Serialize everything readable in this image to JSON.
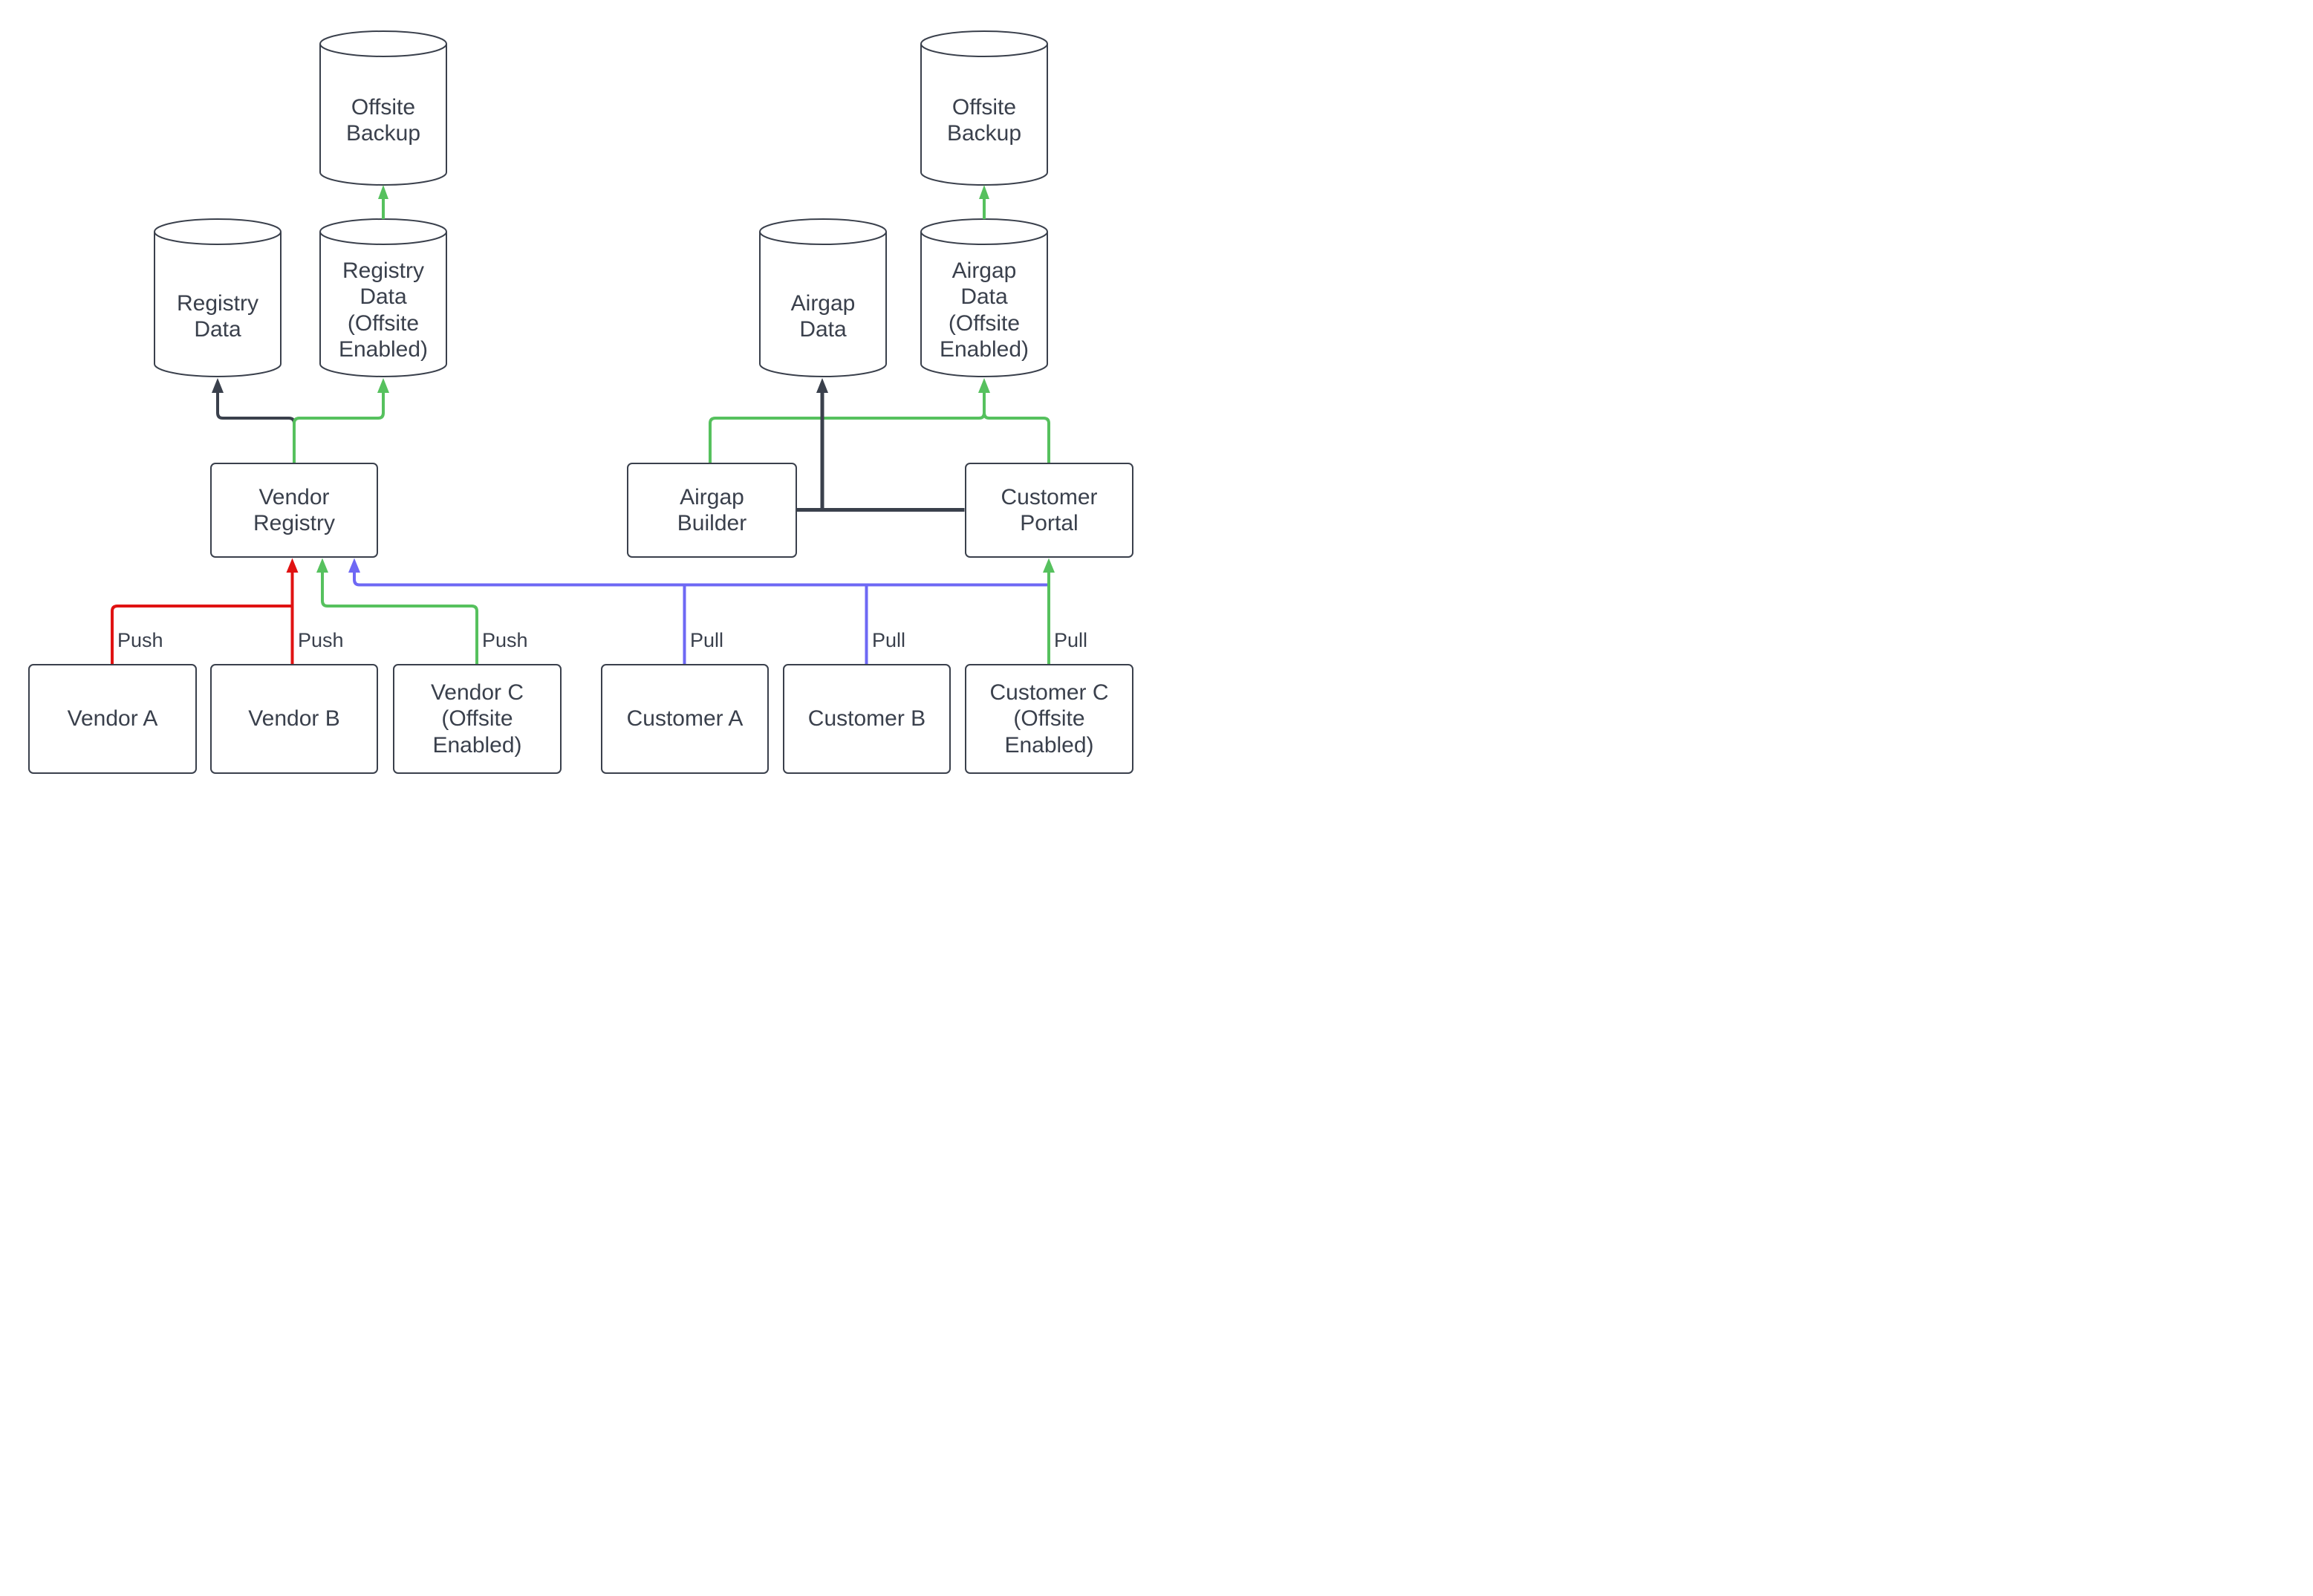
{
  "diagram": {
    "colors": {
      "dark": "#3a404c",
      "green": "#56c15e",
      "red": "#e01212",
      "blue": "#6e68f4",
      "node_fill": "#ffffff"
    },
    "nodes": {
      "offsite_backup_left": {
        "shape": "cylinder",
        "label": "Offsite\nBackup"
      },
      "registry_data": {
        "shape": "cylinder",
        "label": "Registry\nData"
      },
      "registry_data_offsite": {
        "shape": "cylinder",
        "label": "Registry\nData\n(Offsite\nEnabled)"
      },
      "vendor_registry": {
        "shape": "rect",
        "label": "Vendor\nRegistry"
      },
      "vendor_a": {
        "shape": "rect",
        "label": "Vendor A"
      },
      "vendor_b": {
        "shape": "rect",
        "label": "Vendor B"
      },
      "vendor_c": {
        "shape": "rect",
        "label": "Vendor C\n(Offsite\nEnabled)"
      },
      "offsite_backup_right": {
        "shape": "cylinder",
        "label": "Offsite\nBackup"
      },
      "airgap_data": {
        "shape": "cylinder",
        "label": "Airgap\nData"
      },
      "airgap_data_offsite": {
        "shape": "cylinder",
        "label": "Airgap\nData\n(Offsite\nEnabled)"
      },
      "airgap_builder": {
        "shape": "rect",
        "label": "Airgap\nBuilder"
      },
      "customer_portal": {
        "shape": "rect",
        "label": "Customer\nPortal"
      },
      "customer_a": {
        "shape": "rect",
        "label": "Customer A"
      },
      "customer_b": {
        "shape": "rect",
        "label": "Customer B"
      },
      "customer_c": {
        "shape": "rect",
        "label": "Customer C\n(Offsite\nEnabled)"
      }
    },
    "edge_labels": {
      "push_a": "Push",
      "push_b": "Push",
      "push_c": "Push",
      "pull_a": "Pull",
      "pull_b": "Pull",
      "pull_c": "Pull"
    }
  }
}
